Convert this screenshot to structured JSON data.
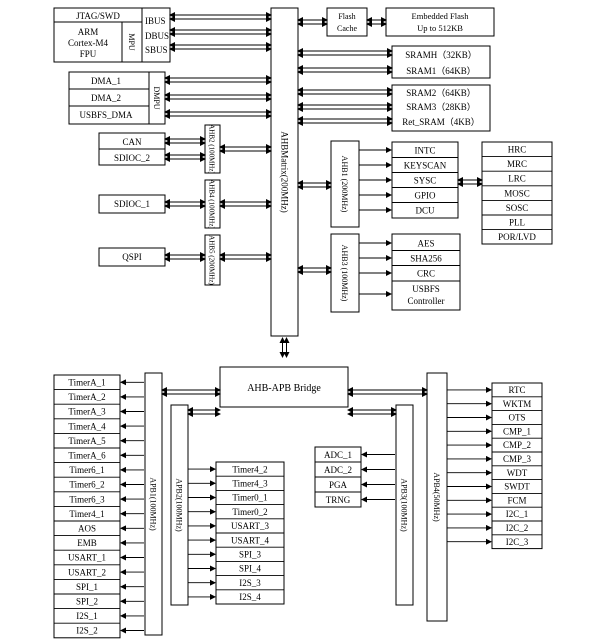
{
  "cpu": {
    "jtag": "JTAG/SWD",
    "arm_line1": "ARM",
    "arm_line2": "Cortex-M4",
    "arm_line3": "FPU",
    "mpu": "MPU",
    "ibus": "IBUS",
    "dbus": "DBUS",
    "sbus": "SBUS"
  },
  "dma": {
    "items": [
      "DMA_1",
      "DMA_2",
      "USBFS_DMA"
    ],
    "dmpu": "DMPU"
  },
  "left_periph": {
    "can": "CAN",
    "sdioc2": "SDIOC_2",
    "sdioc1": "SDIOC_1",
    "qspi": "QSPI"
  },
  "ahb_buses": {
    "ahb2": "AHB2 (100MHz)",
    "ahb4": "AHB4 (100MHz)",
    "ahb5": "AHB5 (200MHz)",
    "matrix": "AHBMatrix(200MHz)",
    "ahb1": "AHB1 (200MHz)",
    "ahb3": "AHB3 (100MHz)"
  },
  "memory": {
    "flash_cache": "Flash Cache",
    "flash_line1": "Embedded Flash",
    "flash_line2": "Up to 512KB",
    "srams": [
      "SRAMH（32KB）",
      "SRAM1（64KB）"
    ],
    "sram_group": [
      "SRAM2（64KB）",
      "SRAM3（28KB）",
      "Ret_SRAM（4KB）"
    ]
  },
  "ahb1_periph": [
    "INTC",
    "KEYSCAN",
    "SYSC",
    "GPIO",
    "DCU"
  ],
  "clock": [
    "HRC",
    "MRC",
    "LRC",
    "MOSC",
    "SOSC",
    "PLL",
    "POR/LVD"
  ],
  "ahb3_periph": {
    "items": [
      "AES",
      "SHA256",
      "CRC"
    ],
    "usbfs_line1": "USBFS",
    "usbfs_line2": "Controller"
  },
  "bridge": "AHB-APB Bridge",
  "apb1": {
    "label": "APB1(100MHz)",
    "items": [
      "TimerA_1",
      "TimerA_2",
      "TimerA_3",
      "TimerA_4",
      "TimerA_5",
      "TimerA_6",
      "Timer6_1",
      "Timer6_2",
      "Timer6_3",
      "Timer4_1",
      "AOS",
      "EMB",
      "USART_1",
      "USART_2",
      "SPI_1",
      "SPI_2",
      "I2S_1",
      "I2S_2"
    ]
  },
  "apb2": {
    "label": "APB2(100MHz)",
    "items": [
      "Timer4_2",
      "Timer4_3",
      "Timer0_1",
      "Timer0_2",
      "USART_3",
      "USART_4",
      "SPI_3",
      "SPI_4",
      "I2S_3",
      "I2S_4"
    ]
  },
  "apb3": {
    "label": "APB3(100MHz)",
    "items": [
      "ADC_1",
      "ADC_2",
      "PGA",
      "TRNG"
    ]
  },
  "apb4": {
    "label": "APB4(50MHz)",
    "items": [
      "RTC",
      "WKTM",
      "OTS",
      "CMP_1",
      "CMP_2",
      "CMP_3",
      "WDT",
      "SWDT",
      "FCM",
      "I2C_1",
      "I2C_2",
      "I2C_3"
    ]
  }
}
